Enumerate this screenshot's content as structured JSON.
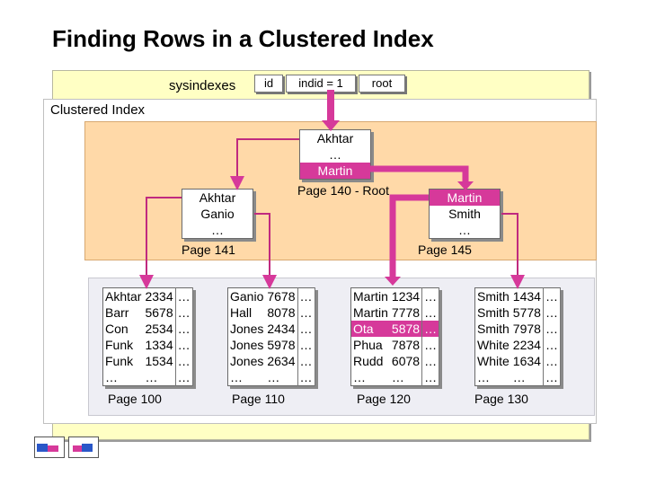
{
  "title": "Finding Rows in a Clustered Index",
  "sysindexes": {
    "label": "sysindexes",
    "cells": [
      "id",
      "indid = 1",
      "root"
    ]
  },
  "clustered_label": "Clustered Index",
  "root_page": {
    "rows": [
      "Akhtar",
      "…",
      "Martin"
    ],
    "highlight_row": 2,
    "caption": "Page 140 - Root"
  },
  "intermediate_pages": [
    {
      "rows": [
        "Akhtar",
        "Ganio",
        "…"
      ],
      "caption": "Page 141"
    },
    {
      "rows": [
        "Martin",
        "Smith",
        "…"
      ],
      "highlight_row": 0,
      "caption": "Page 145"
    }
  ],
  "leaf_pages": [
    {
      "caption": "Page 100",
      "rows": [
        [
          "Akhtar",
          "2334",
          "…"
        ],
        [
          "Barr",
          "5678",
          "…"
        ],
        [
          "Con",
          "2534",
          "…"
        ],
        [
          "Funk",
          "1334",
          "…"
        ],
        [
          "Funk",
          "1534",
          "…"
        ],
        [
          "…",
          "…",
          "…"
        ]
      ]
    },
    {
      "caption": "Page 110",
      "rows": [
        [
          "Ganio",
          "7678",
          "…"
        ],
        [
          "Hall",
          "8078",
          "…"
        ],
        [
          "Jones",
          "2434",
          "…"
        ],
        [
          "Jones",
          "5978",
          "…"
        ],
        [
          "Jones",
          "2634",
          "…"
        ],
        [
          "…",
          "…",
          "…"
        ]
      ]
    },
    {
      "caption": "Page 120",
      "highlight_row": 2,
      "rows": [
        [
          "Martin",
          "1234",
          "…"
        ],
        [
          "Martin",
          "7778",
          "…"
        ],
        [
          "Ota",
          "5878",
          "…"
        ],
        [
          "Phua",
          "7878",
          "…"
        ],
        [
          "Rudd",
          "6078",
          "…"
        ],
        [
          "…",
          "…",
          "…"
        ]
      ]
    },
    {
      "caption": "Page 130",
      "rows": [
        [
          "Smith",
          "1434",
          "…"
        ],
        [
          "Smith",
          "5778",
          "…"
        ],
        [
          "Smith",
          "7978",
          "…"
        ],
        [
          "White",
          "2234",
          "…"
        ],
        [
          "White",
          "1634",
          "…"
        ],
        [
          "…",
          "…",
          "…"
        ]
      ]
    }
  ],
  "icons": {
    "nav_prev": "slide-thumbnail-icon",
    "nav_next": "slide-thumbnail-icon"
  },
  "colors": {
    "highlight": "#d6399a",
    "root_area": "#ffd9a8",
    "outer_panel": "#ffffc4"
  }
}
